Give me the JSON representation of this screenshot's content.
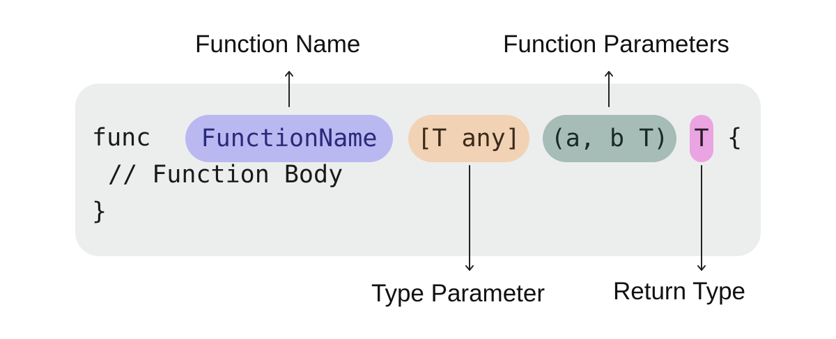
{
  "labels": {
    "function_name": "Function Name",
    "function_parameters": "Function Parameters",
    "type_parameter": "Type Parameter",
    "return_type": "Return Type"
  },
  "code": {
    "keyword": "func",
    "function_name": "FunctionName",
    "type_params": "[T any]",
    "params": "(a, b T)",
    "return_type": "T",
    "open_brace": "{",
    "body_comment": "// Function Body",
    "close_brace": "}"
  },
  "colors": {
    "function_name": "#b9b8f1",
    "type_params": "#f2d2b4",
    "params": "#a6bcb6",
    "return_type": "#eba4e2",
    "code_background": "#eceeed"
  }
}
